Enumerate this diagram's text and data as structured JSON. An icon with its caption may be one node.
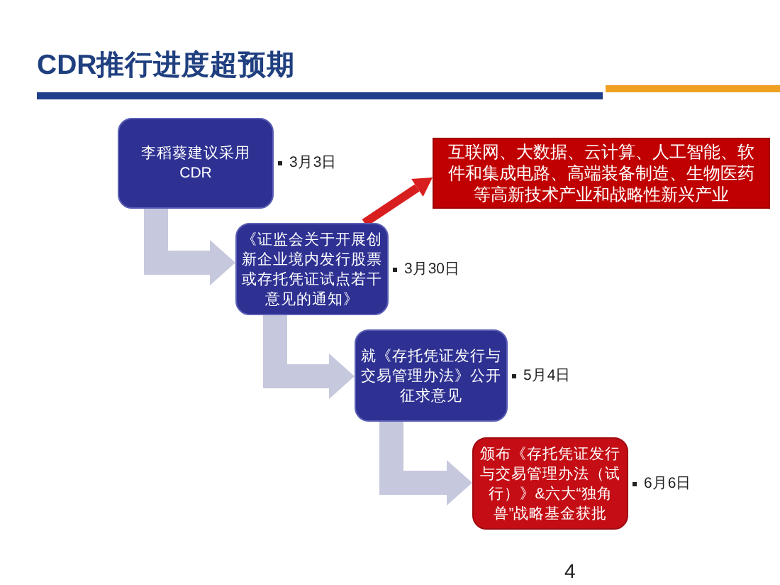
{
  "diagram": {
    "title": "CDR推行进度超预期",
    "nodes": [
      {
        "text": [
          "李稻葵建议采用CDR"
        ],
        "beside": [
          "3月3日"
        ]
      },
      {
        "text": [
          "互联网、大数据、云计算、人工智能、软件和集成电路、高端装备制造、生物医药等高新技术产业和战略性新兴产业"
        ]
      },
      {
        "text": [
          "《证监会关于开展创新企业境内发行股票或存托凭证试点若干意见的通知》"
        ],
        "beside": [
          "3月30日"
        ]
      },
      {
        "text": [
          "就《存托凭证发行与交易管理办法》公开征求意见"
        ],
        "beside": [
          "5月4日"
        ]
      },
      {
        "text": [
          "颁布《存托凭证发行与交易管理办法（试行）》&六大“独角兽”战略基金获批"
        ],
        "beside": [
          "6月6日"
        ]
      }
    ],
    "edges": [
      {
        "from": 0,
        "to": 2,
        "arrow": "to"
      },
      {
        "from": 2,
        "to": 1,
        "arrow": "to",
        "color": "#d81e1e"
      },
      {
        "from": 2,
        "to": 3,
        "arrow": "to"
      },
      {
        "from": 3,
        "to": 4,
        "arrow": "to"
      }
    ],
    "labels": [
      "4"
    ]
  }
}
